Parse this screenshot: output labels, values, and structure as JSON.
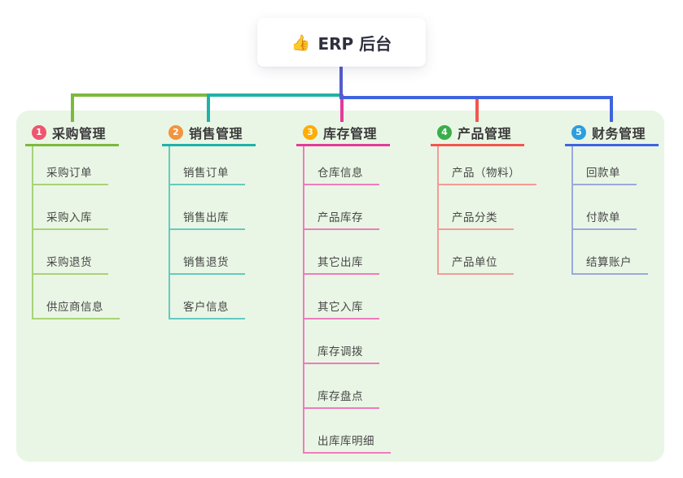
{
  "theme": {
    "panel_bg": "#E9F6E5"
  },
  "root": {
    "icon": "👍",
    "title": "ERP 后台",
    "line_color": "#545CCE"
  },
  "branches": [
    {
      "num": "1",
      "label": "采购管理",
      "color": "#7CB93F",
      "light_color": "#A9D378",
      "badge_color": "#F0546E",
      "children": [
        "采购订单",
        "采购入库",
        "采购退货",
        "供应商信息"
      ]
    },
    {
      "num": "2",
      "label": "销售管理",
      "color": "#1FB2A9",
      "light_color": "#66C9C2",
      "badge_color": "#F2953F",
      "children": [
        "销售订单",
        "销售出库",
        "销售退货",
        "客户信息"
      ]
    },
    {
      "num": "3",
      "label": "库存管理",
      "color": "#E23C98",
      "light_color": "#EE7CBD",
      "badge_color": "#FFAC04",
      "children": [
        "仓库信息",
        "产品库存",
        "其它出库",
        "其它入库",
        "库存调拨",
        "库存盘点",
        "出库库明细"
      ]
    },
    {
      "num": "4",
      "label": "产品管理",
      "color": "#F1574F",
      "light_color": "#F59B95",
      "badge_color": "#3AAE4A",
      "children": [
        "产品（物料）",
        "产品分类",
        "产品单位"
      ]
    },
    {
      "num": "5",
      "label": "财务管理",
      "color": "#4064DE",
      "light_color": "#9AA9DD",
      "badge_color": "#2B9EE0",
      "children": [
        "回款单",
        "付款单",
        "结算账户"
      ]
    }
  ]
}
